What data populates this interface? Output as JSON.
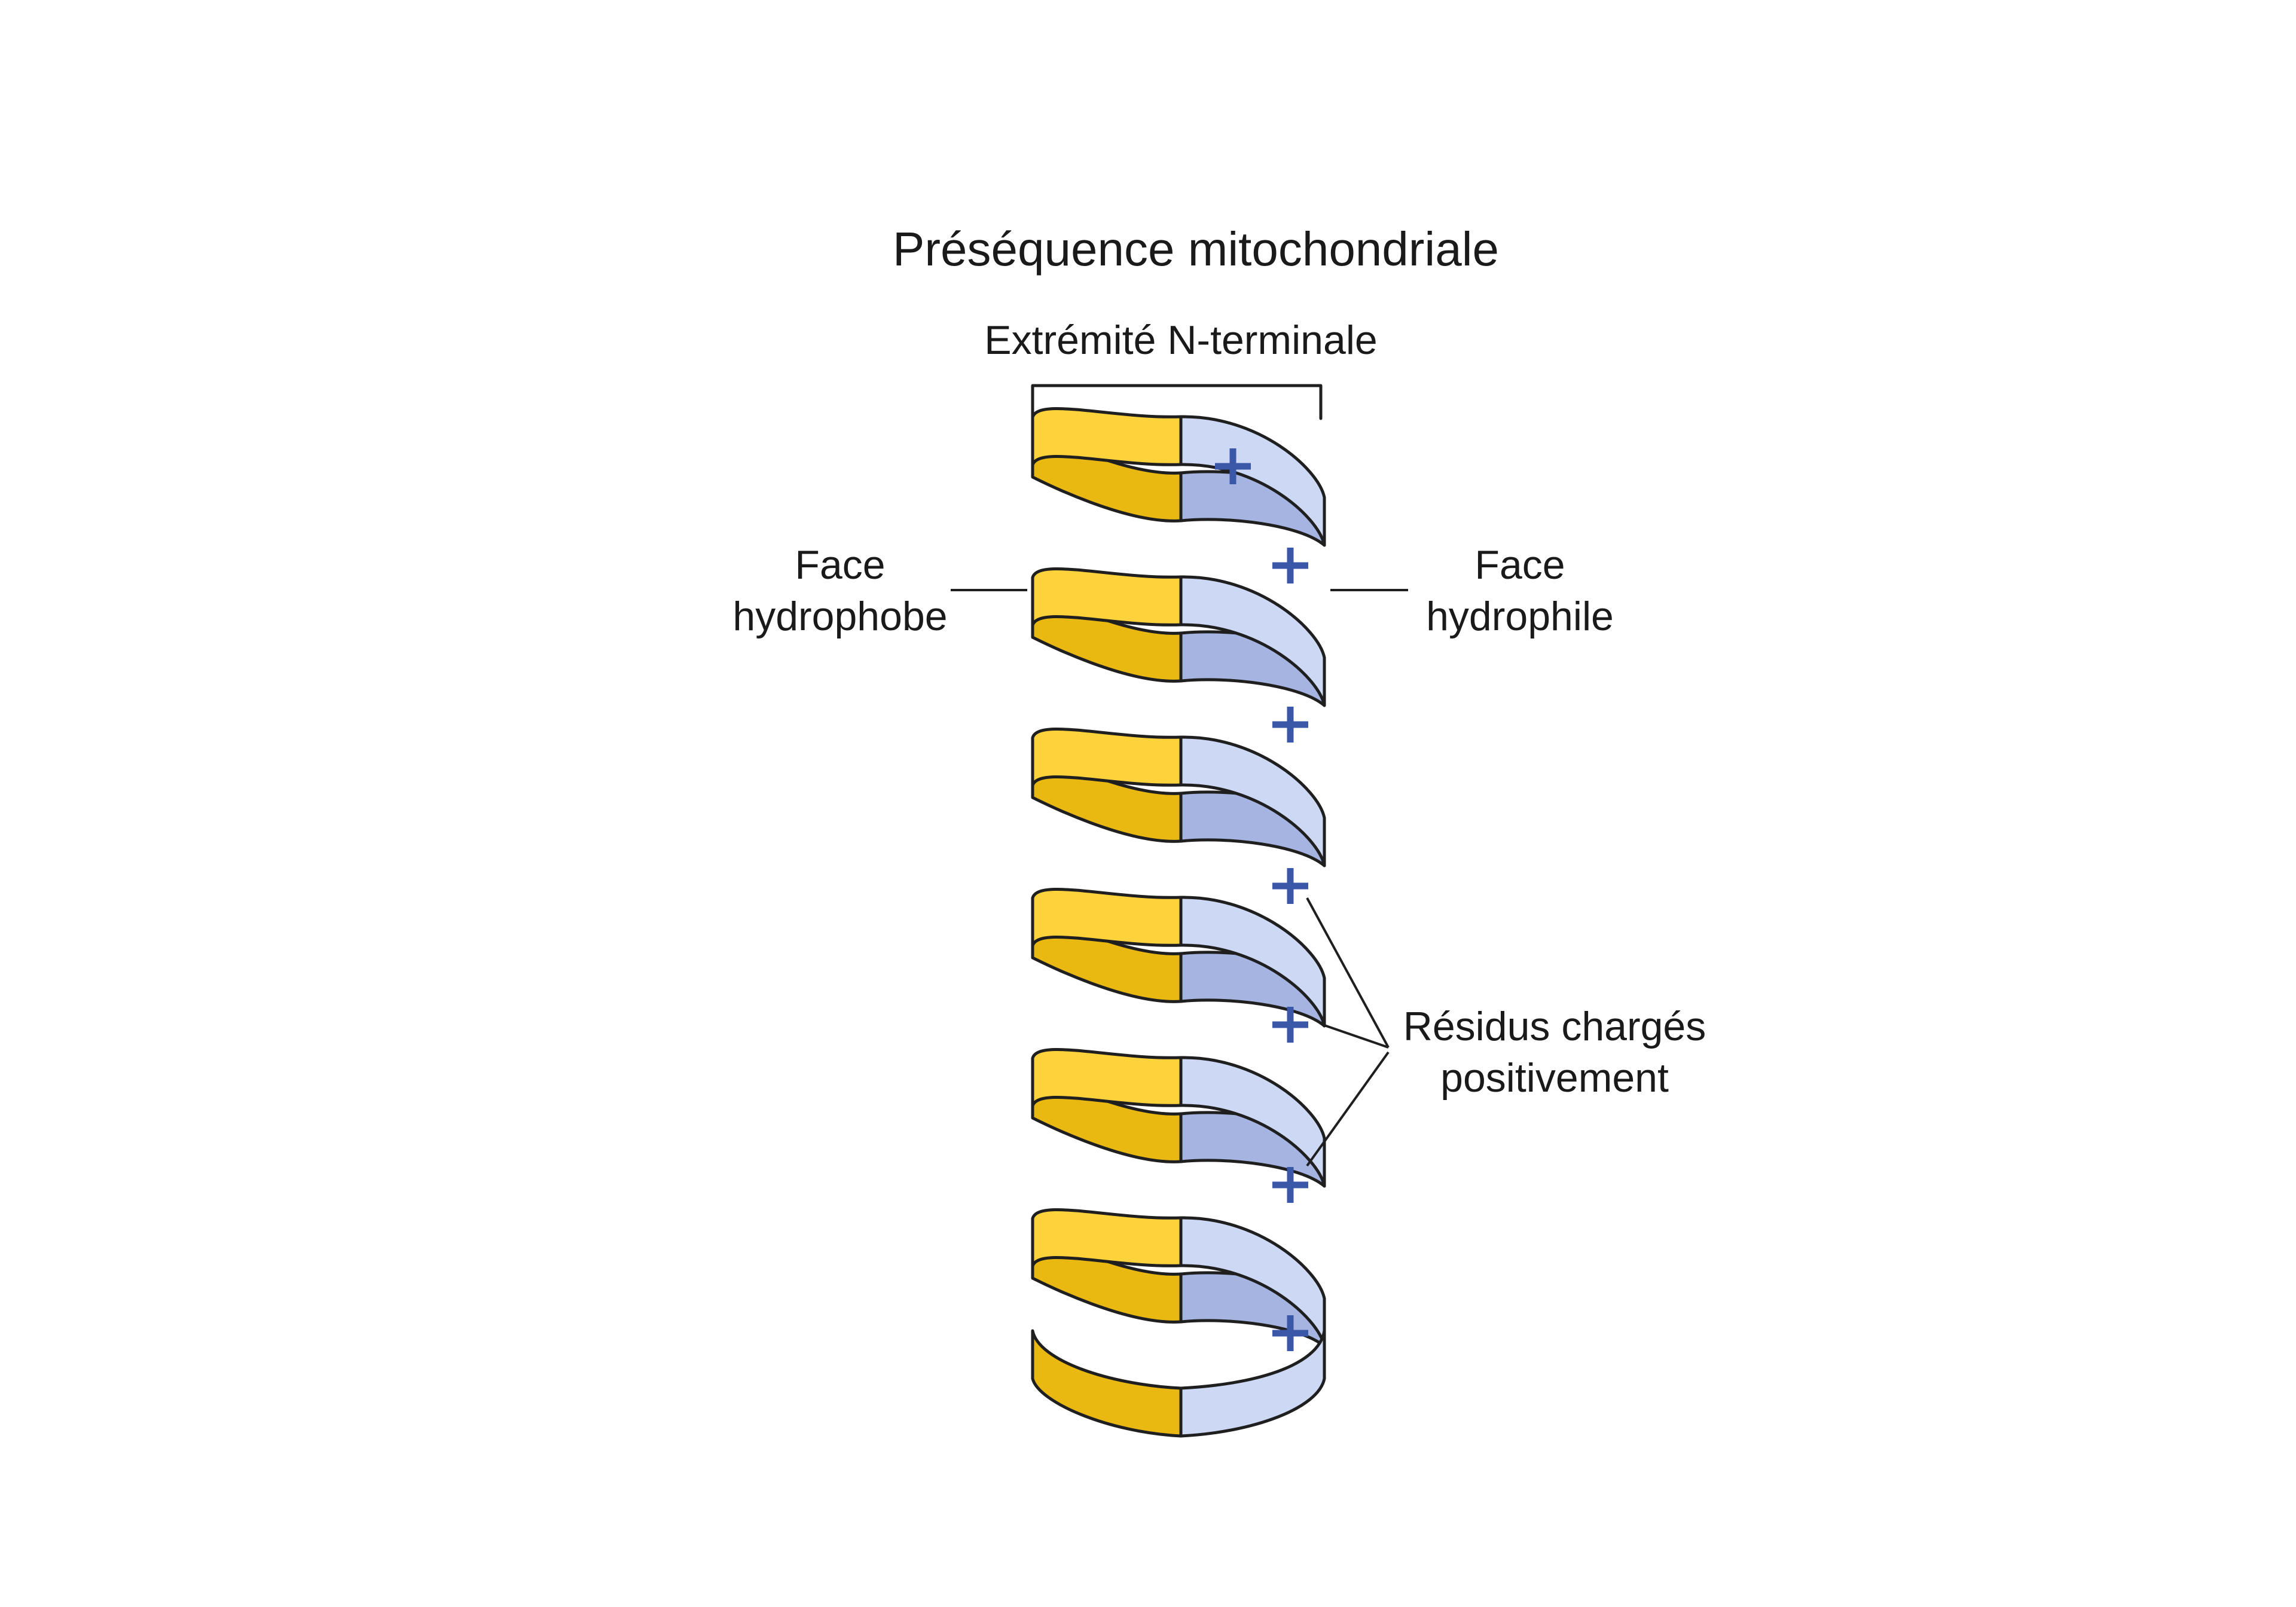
{
  "title": "Préséquence mitochondriale",
  "n_terminal_label": "Extrémité N-terminale",
  "hydrophobic_face": {
    "line1": "Face",
    "line2": "hydrophobe"
  },
  "hydrophilic_face": {
    "line1": "Face",
    "line2": "hydrophile"
  },
  "charged_residues": {
    "line1": "Résidus chargés",
    "line2": "positivement",
    "symbol": "+"
  },
  "helix": {
    "turns": 6,
    "positive_residue_count": 7
  },
  "colors": {
    "hydrophobic_front": "#fdd23b",
    "hydrophobic_back": "#e9b912",
    "hydrophilic_front": "#cdd8f4",
    "hydrophilic_back": "#a5b4e0",
    "plus": "#3b57a8",
    "outline": "#1f1f1f"
  },
  "icons": {
    "positive_charge": "plus-sign-icon"
  }
}
